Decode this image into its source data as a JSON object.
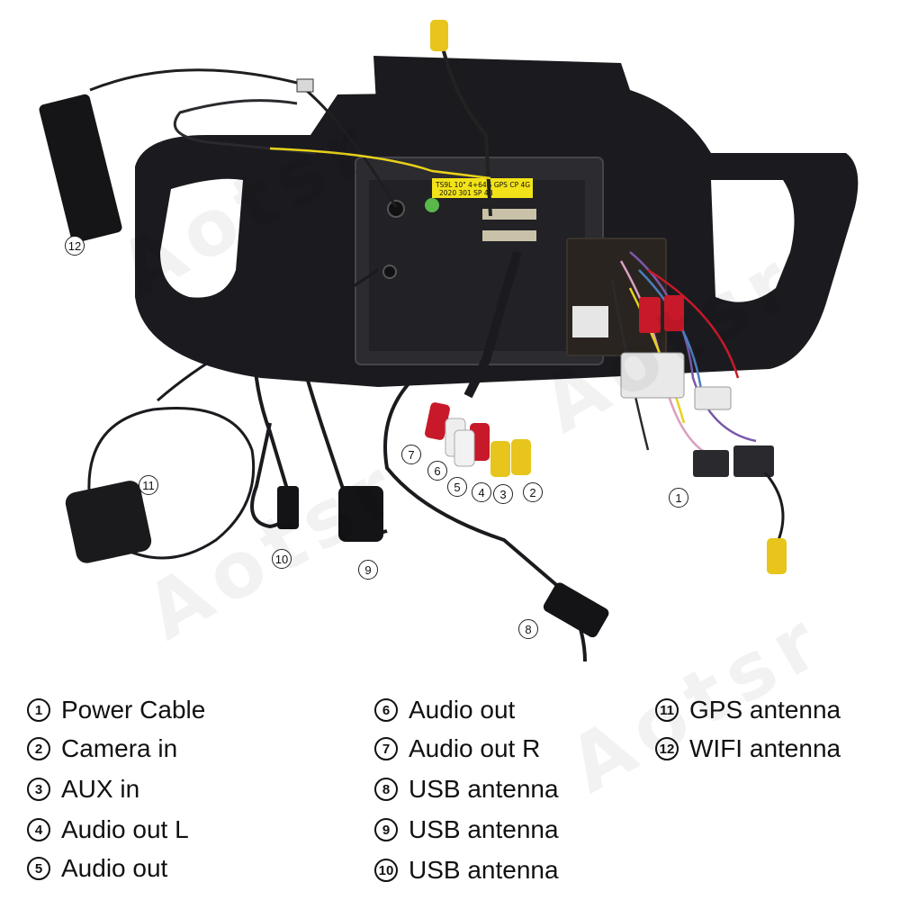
{
  "watermark": "Aotsr",
  "board_labels": {
    "sticker_line1": "TS9L 10\" 4+64G GPS CP 4G",
    "sticker_line2": "2020 301 SP 4B"
  },
  "callouts": [
    {
      "num": "1"
    },
    {
      "num": "2"
    },
    {
      "num": "3"
    },
    {
      "num": "4"
    },
    {
      "num": "5"
    },
    {
      "num": "6"
    },
    {
      "num": "7"
    },
    {
      "num": "8"
    },
    {
      "num": "9"
    },
    {
      "num": "10"
    },
    {
      "num": "11"
    },
    {
      "num": "12"
    }
  ],
  "legend": [
    {
      "num": "1",
      "label": "Power Cable"
    },
    {
      "num": "2",
      "label": "Camera in"
    },
    {
      "num": "3",
      "label": "AUX in"
    },
    {
      "num": "4",
      "label": "Audio out L"
    },
    {
      "num": "5",
      "label": "Audio out"
    },
    {
      "num": "6",
      "label": "Audio out"
    },
    {
      "num": "7",
      "label": "Audio out R"
    },
    {
      "num": "8",
      "label": "USB antenna"
    },
    {
      "num": "9",
      "label": "USB antenna"
    },
    {
      "num": "10",
      "label": "USB antenna"
    },
    {
      "num": "11",
      "label": "GPS antenna"
    },
    {
      "num": "12",
      "label": "WIFI antenna"
    }
  ],
  "colors": {
    "frame": "#1b1b1f",
    "rca_red": "#c8192a",
    "rca_white": "#eeeeee",
    "rca_yellow": "#e7c51c",
    "wire_yellow": "#e8d21a",
    "sticker": "#f2e21a"
  }
}
